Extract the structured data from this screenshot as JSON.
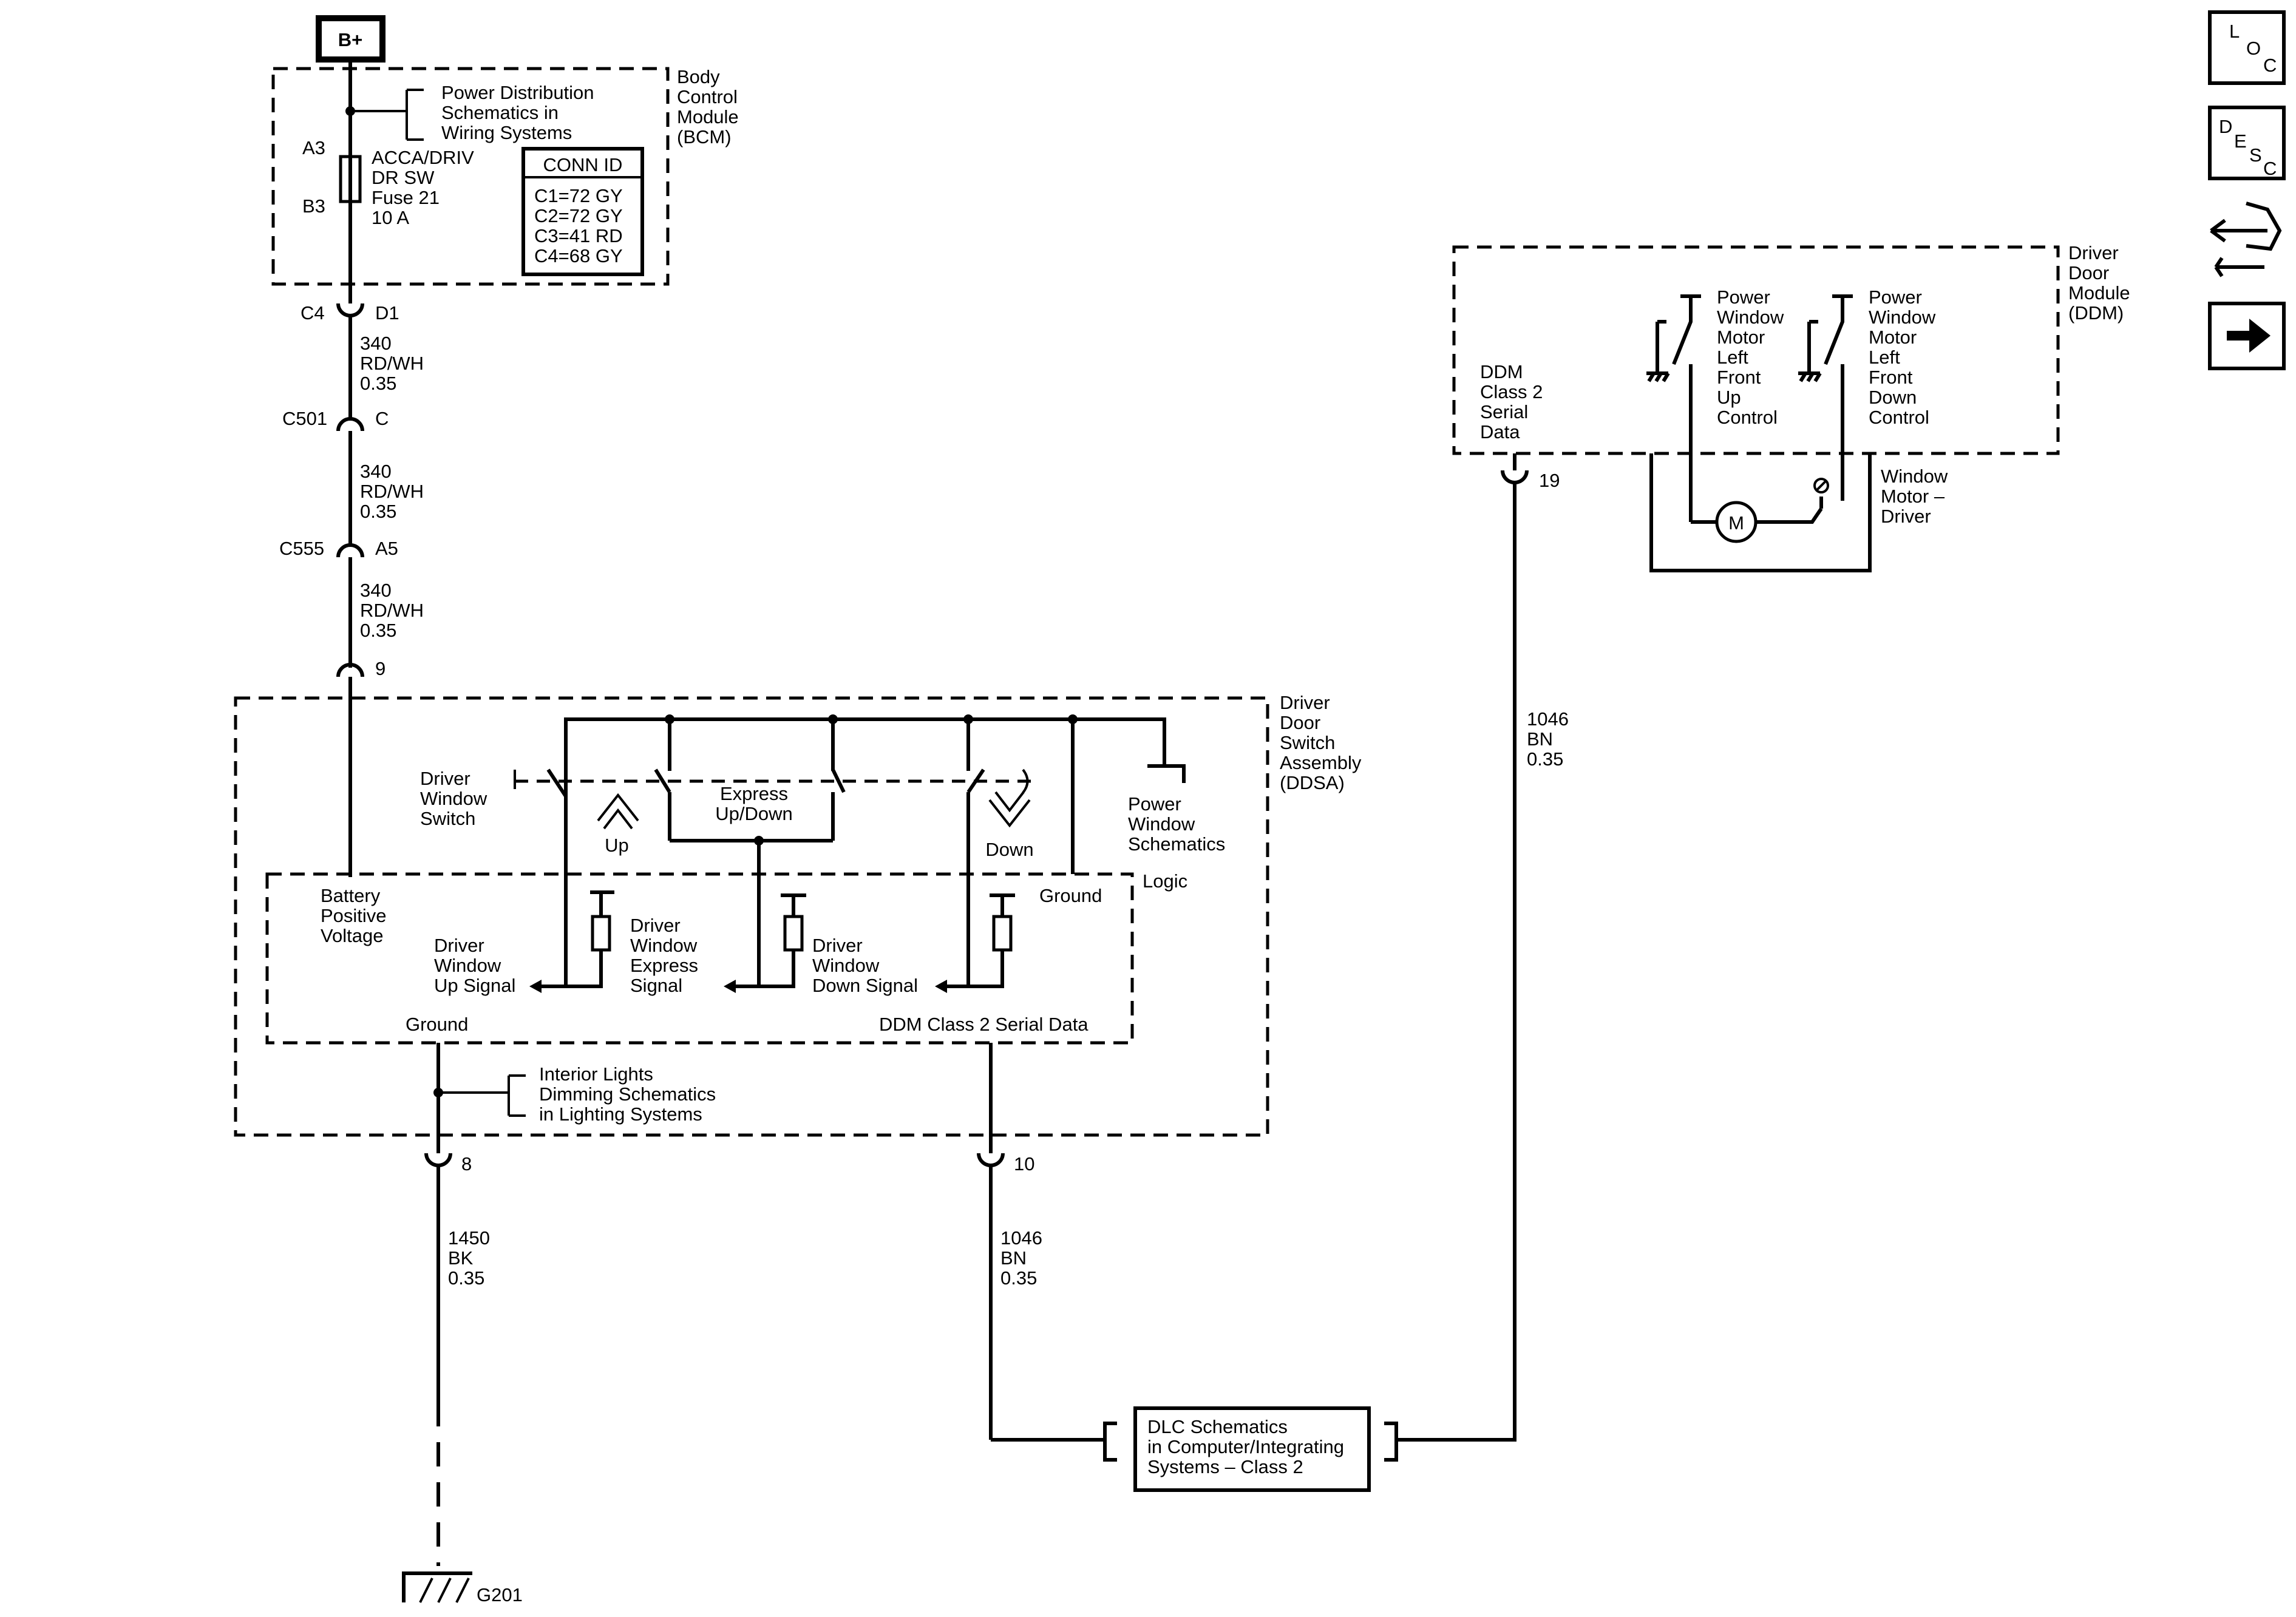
{
  "power": {
    "battery": "B+",
    "power_dist_ref": [
      "Power Distribution",
      "Schematics in",
      "Wiring Systems"
    ],
    "fuse_pin_top": "A3",
    "fuse_pin_bottom": "B3",
    "fuse_label": [
      "ACCA/DRIV",
      "DR SW",
      "Fuse 21",
      "10 A"
    ]
  },
  "bcm": {
    "name": [
      "Body",
      "Control",
      "Module",
      "(BCM)"
    ],
    "conn_id": {
      "title": "CONN ID",
      "rows": [
        "C1=72 GY",
        "C2=72 GY",
        "C3=41 RD",
        "C4=68 GY"
      ]
    }
  },
  "connectors": {
    "c4": "C4",
    "d1": "D1",
    "c501": "C501",
    "c501_pin": "C",
    "c555": "C555",
    "c555_pin": "A5",
    "ddsa_pin_9": "9",
    "ddsa_pin_8": "8",
    "ddsa_pin_10": "10",
    "ddm_pin_19": "19"
  },
  "wires": {
    "w1": [
      "340",
      "RD/WH",
      "0.35"
    ],
    "w2": [
      "340",
      "RD/WH",
      "0.35"
    ],
    "w3": [
      "340",
      "RD/WH",
      "0.35"
    ],
    "ground_wire": [
      "1450",
      "BK",
      "0.35"
    ],
    "data_wire_left": [
      "1046",
      "BN",
      "0.35"
    ],
    "data_wire_right": [
      "1046",
      "BN",
      "0.35"
    ]
  },
  "ddsa": {
    "name": [
      "Driver",
      "Door",
      "Switch",
      "Assembly",
      "(DDSA)"
    ],
    "switch_label": [
      "Driver",
      "Window",
      "Switch"
    ],
    "up": "Up",
    "down": "Down",
    "express": [
      "Express",
      "Up/Down"
    ],
    "power_window_ref": [
      "Power",
      "Window",
      "Schematics"
    ],
    "logic": "Logic",
    "battery_voltage": [
      "Battery",
      "Positive",
      "Voltage"
    ],
    "up_signal": [
      "Driver",
      "Window",
      "Up Signal"
    ],
    "express_signal": [
      "Driver",
      "Window",
      "Express",
      "Signal"
    ],
    "down_signal": [
      "Driver",
      "Window",
      "Down Signal"
    ],
    "ground_inner": "Ground",
    "ground": "Ground",
    "serial_data": "DDM Class 2 Serial Data",
    "interior_lights_ref": [
      "Interior Lights",
      "Dimming Schematics",
      "in Lighting Systems"
    ]
  },
  "ddm": {
    "name": [
      "Driver",
      "Door",
      "Module",
      "(DDM)"
    ],
    "serial": [
      "DDM",
      "Class 2",
      "Serial",
      "Data"
    ],
    "up_control": [
      "Power",
      "Window",
      "Motor",
      "Left",
      "Front",
      "Up",
      "Control"
    ],
    "down_control": [
      "Power",
      "Window",
      "Motor",
      "Left",
      "Front",
      "Down",
      "Control"
    ],
    "motor_symbol": "M",
    "motor_label": [
      "Window",
      "Motor –",
      "Driver"
    ]
  },
  "dlc": {
    "label": [
      "DLC Schematics",
      "in Computer/Integrating",
      "Systems – Class 2"
    ]
  },
  "ground_point": "G201",
  "nav": {
    "loc": [
      "L",
      "O",
      "C"
    ],
    "desc": [
      "D",
      "E",
      "S",
      "C"
    ]
  }
}
